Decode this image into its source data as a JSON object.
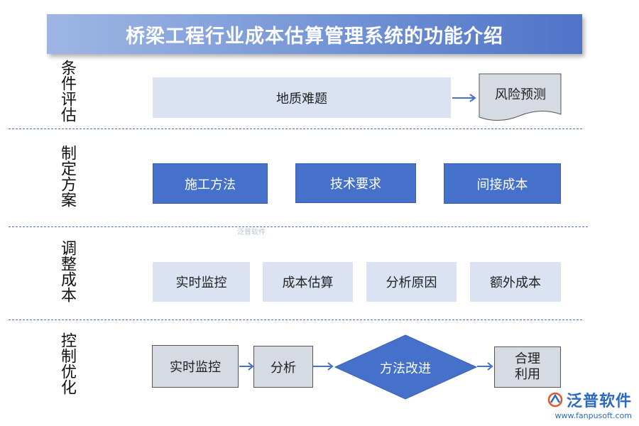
{
  "title": "桥梁工程行业成本估算管理系统的功能介绍",
  "sections": [
    {
      "label": "条件评估"
    },
    {
      "label": "制定方案"
    },
    {
      "label": "调整成本"
    },
    {
      "label": "控制优化"
    }
  ],
  "row1": {
    "main": "地质难题",
    "doc": "风险预测"
  },
  "row2": {
    "items": [
      "施工方法",
      "技术要求",
      "间接成本"
    ]
  },
  "row3": {
    "items": [
      "实时监控",
      "成本估算",
      "分析原因",
      "额外成本"
    ]
  },
  "row4": {
    "step1": "实时监控",
    "step2": "分析",
    "diamond": "方法改进",
    "step4_line1": "合理",
    "step4_line2": "利用"
  },
  "watermark": {
    "text": "泛普软件",
    "url": "www.fanpusoft.com",
    "center": "泛普软件"
  },
  "colors": {
    "dark_box": "#4571cb",
    "light_box": "#dbe3f3",
    "grey_box": "#d6dae2",
    "arrow": "#4571cb"
  }
}
